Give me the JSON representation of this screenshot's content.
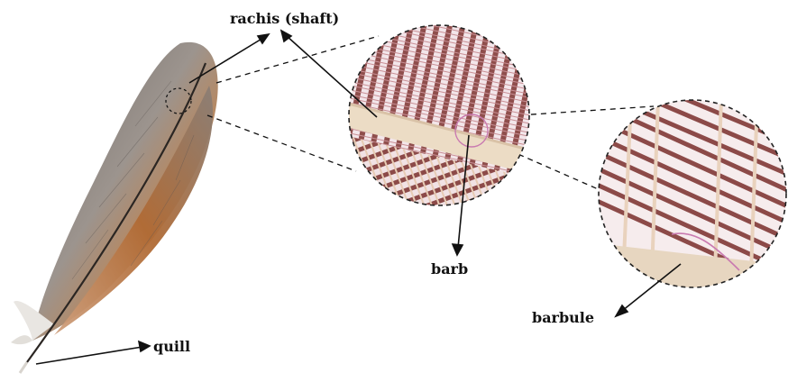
{
  "labels": {
    "rachis": "rachis (shaft)",
    "barb": "barb",
    "barbule": "barbule",
    "quill": "quill"
  },
  "colors": {
    "feather_grey": "#8c8682",
    "feather_orange": "#b8733e",
    "barb_strands": "#9a5a52",
    "shaft": "#e8d6c0",
    "highlight_outline": "#c97ab0"
  }
}
